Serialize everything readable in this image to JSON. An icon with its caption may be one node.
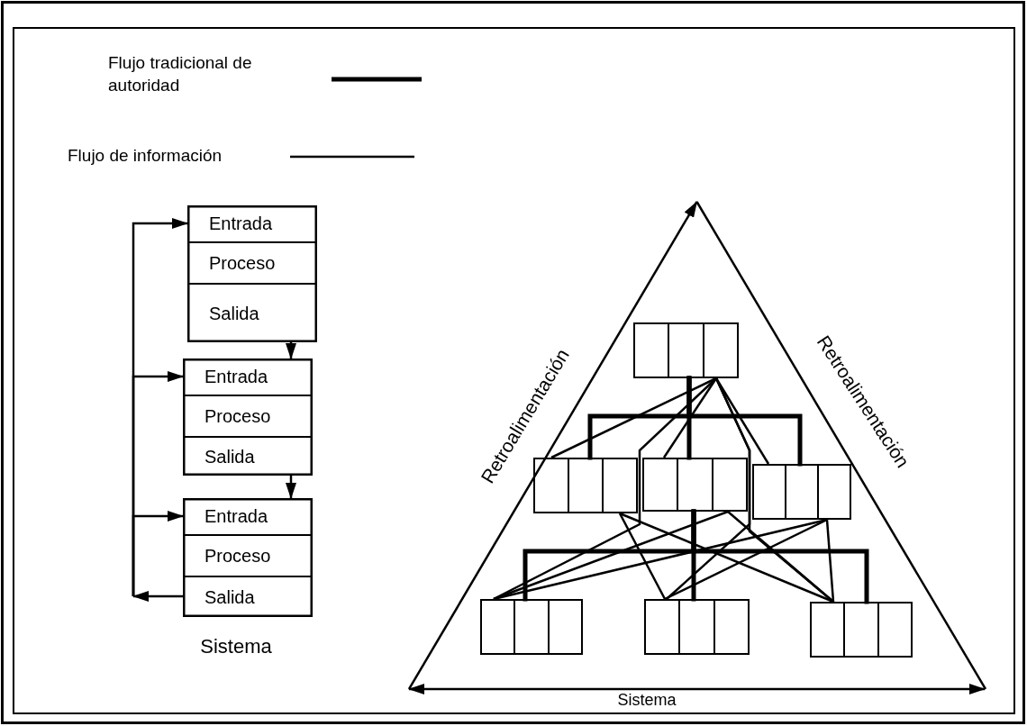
{
  "diagram": {
    "nodes": [
      {
        "text": [],
        "shape": "box"
      },
      {
        "text": [
          "Entrada"
        ],
        "in": 0
      },
      {
        "text": [
          "Proceso"
        ],
        "in": 0
      },
      {
        "text": [
          "Salida"
        ],
        "in": 0
      },
      {
        "text": [],
        "shape": "box"
      },
      {
        "text": [
          "Entrada"
        ],
        "in": 4
      },
      {
        "text": [
          "Proceso"
        ],
        "in": 4
      },
      {
        "text": [
          "Salida"
        ],
        "in": 4
      },
      {
        "text": [],
        "shape": "box"
      },
      {
        "text": [
          "Entrada"
        ],
        "in": 8
      },
      {
        "text": [
          "Proceso"
        ],
        "in": 8
      },
      {
        "text": [
          "Salida"
        ],
        "in": 8
      },
      {
        "text": [],
        "shape": "triangle",
        "beside": [
          "Retroalimentación",
          "Retroalimentación",
          "Sistema"
        ]
      },
      {
        "text": [],
        "shape": "box",
        "in": 12
      },
      {
        "text": [],
        "shape": "box",
        "in": 12
      },
      {
        "text": [],
        "shape": "box",
        "in": 12
      },
      {
        "text": [],
        "shape": "box",
        "in": 12
      },
      {
        "text": [],
        "shape": "box",
        "in": 12
      },
      {
        "text": [],
        "shape": "box",
        "in": 12
      },
      {
        "text": [],
        "shape": "box",
        "in": 12
      }
    ],
    "edges": [
      {
        "from": 0,
        "to": 4,
        "arrow": "to"
      },
      {
        "from": 4,
        "to": 8,
        "arrow": "to"
      },
      {
        "from": 11,
        "to": 1,
        "arrow": "to"
      },
      {
        "from": 11,
        "to": 5,
        "arrow": "to"
      },
      {
        "from": 11,
        "to": 9,
        "arrow": "to"
      },
      {
        "from": 13,
        "to": 14,
        "arrow": "none",
        "style": "thick"
      },
      {
        "from": 13,
        "to": 15,
        "arrow": "none",
        "style": "thick"
      },
      {
        "from": 13,
        "to": 16,
        "arrow": "none",
        "style": "thick"
      },
      {
        "from": 15,
        "to": 17,
        "arrow": "none",
        "style": "thick"
      },
      {
        "from": 15,
        "to": 18,
        "arrow": "none",
        "style": "thick"
      },
      {
        "from": 15,
        "to": 19,
        "arrow": "none",
        "style": "thick"
      },
      {
        "from": 13,
        "to": 14,
        "arrow": "none"
      },
      {
        "from": 13,
        "to": 15,
        "arrow": "none"
      },
      {
        "from": 13,
        "to": 16,
        "arrow": "none"
      },
      {
        "from": 13,
        "to": 17,
        "arrow": "none"
      },
      {
        "from": 13,
        "to": 18,
        "arrow": "none"
      },
      {
        "from": 13,
        "to": 19,
        "arrow": "none"
      },
      {
        "from": 14,
        "to": 18,
        "arrow": "none"
      },
      {
        "from": 14,
        "to": 19,
        "arrow": "none"
      },
      {
        "from": 15,
        "to": 17,
        "arrow": "none"
      },
      {
        "from": 15,
        "to": 19,
        "arrow": "none"
      },
      {
        "from": 16,
        "to": 17,
        "arrow": "none"
      },
      {
        "from": 16,
        "to": 18,
        "arrow": "none"
      },
      {
        "from": 16,
        "to": 19,
        "arrow": "none"
      }
    ],
    "labels": [
      "Sistema"
    ],
    "legend": [
      {
        "text": "Flujo tradicional de autoridad"
      },
      {
        "text": "Flujo de información"
      }
    ]
  }
}
